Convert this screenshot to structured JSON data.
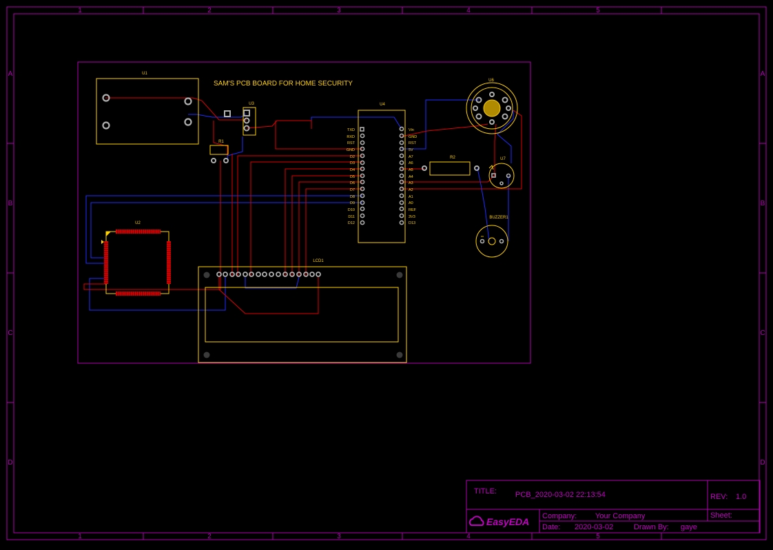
{
  "sheet": {
    "columns": [
      "1",
      "2",
      "3",
      "4",
      "5"
    ],
    "rows": [
      "A",
      "B",
      "C",
      "D"
    ]
  },
  "board": {
    "title": "SAM'S PCB BOARD FOR HOME SECURITY"
  },
  "components": {
    "u1": "U1",
    "u2": "U2",
    "u3": "U3",
    "u4": "U4",
    "u6": "U6",
    "u7": "U7",
    "r1": "R1",
    "r2": "R2",
    "lcd": "LCD1",
    "buzzer": "BUZZER1"
  },
  "u4_pins": {
    "left": [
      "TXD",
      "RXD",
      "RST",
      "GND",
      "D2",
      "D3",
      "D4",
      "D5",
      "D6",
      "D7",
      "D8",
      "D9",
      "D10",
      "D11",
      "D12"
    ],
    "right": [
      "Vin",
      "GND",
      "RST",
      "5V",
      "A7",
      "A6",
      "A5",
      "A4",
      "A3",
      "A2",
      "A1",
      "A0",
      "REF",
      "3V3",
      "D13"
    ]
  },
  "title_block": {
    "title_label": "TITLE:",
    "title_value": "PCB_2020-03-02 22:13:54",
    "rev_label": "REV:",
    "rev_value": "1.0",
    "company_label": "Company:",
    "company_value": "Your Company",
    "sheet_label": "Sheet:",
    "date_label": "Date:",
    "date_value": "2020-03-02",
    "drawn_label": "Drawn By:",
    "drawn_value": "gaye",
    "logo_text": "EasyEDA"
  },
  "colors": {
    "frame": "#b000b0",
    "silkscreen": "#ffd200",
    "top_copper": "#e00000",
    "bottom_copper": "#1e2cff",
    "pad": "#b0b0b0"
  }
}
